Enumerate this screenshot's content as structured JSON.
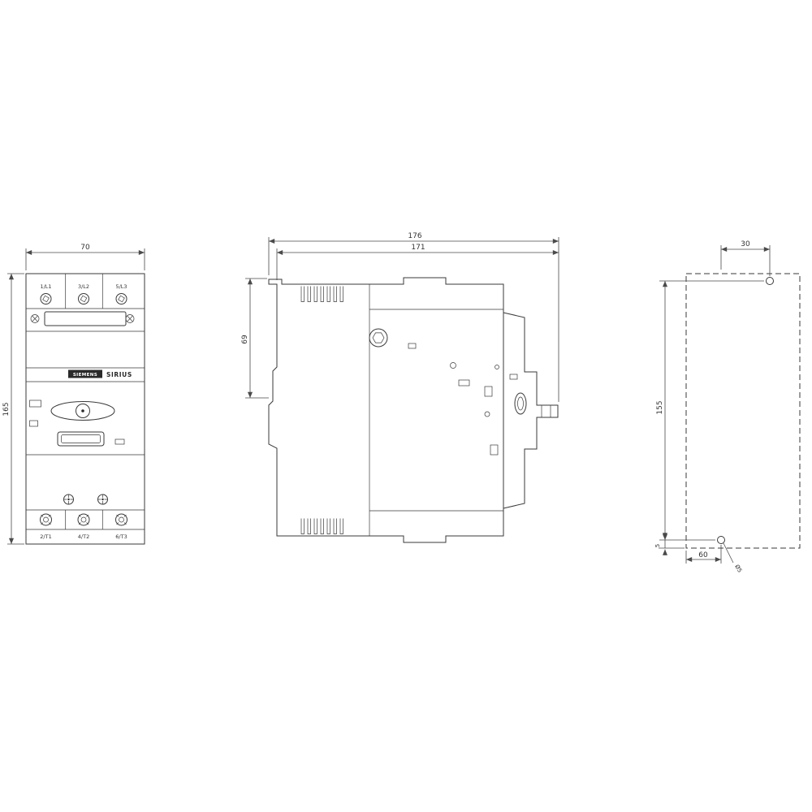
{
  "front_view": {
    "dim_width_mm": "70",
    "dim_height_mm": "165",
    "terminals_top": [
      "1/L1",
      "3/L2",
      "5/L3"
    ],
    "terminals_bottom": [
      "2/T1",
      "4/T2",
      "6/T3"
    ],
    "brand": "SIEMENS",
    "series": "SIRIUS"
  },
  "side_view": {
    "dim_depth_total_mm": "176",
    "dim_depth_body_mm": "171",
    "dim_upper_height_mm": "69"
  },
  "rear_view": {
    "dim_holes_horizontal_mm": "30",
    "dim_holes_vertical_mm": "155",
    "dim_bottom_width_mm": "60",
    "dim_bottom_offset_mm": "5",
    "hole_diameter": "Ø5"
  },
  "colors": {
    "line": "#3a3a3a",
    "dimension": "#4a4a4a",
    "background": "#ffffff"
  }
}
